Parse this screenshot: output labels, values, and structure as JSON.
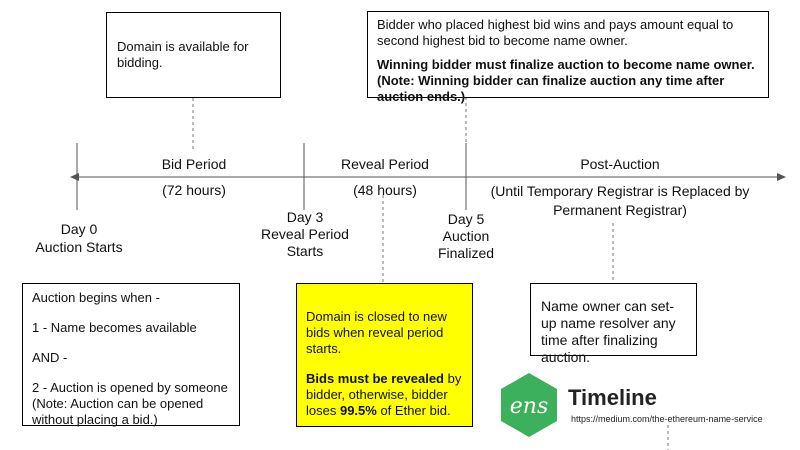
{
  "timeline": {
    "periods": [
      {
        "name": "Bid Period",
        "duration": "(72 hours)"
      },
      {
        "name": "Reveal Period",
        "duration": "(48 hours)"
      },
      {
        "name": "Post-Auction",
        "duration": "(Until Temporary Registrar is Replaced by Permanent Registrar)"
      }
    ],
    "milestones": [
      {
        "day": "Day 0",
        "label": "Auction Starts"
      },
      {
        "day": "Day 3",
        "label_line1": "Reveal Period",
        "label_line2": "Starts"
      },
      {
        "day": "Day 5",
        "label_line1": "Auction",
        "label_line2": "Finalized"
      }
    ]
  },
  "notes": {
    "domain_available": "Domain is available for bidding.",
    "winner": {
      "line1": "Bidder who placed highest bid wins and pays amount equal to second highest bid to become name owner.",
      "bold": "Winning bidder must finalize auction to become name owner. (Note: Winning bidder can finalize auction any time after auction ends.)"
    },
    "auction_begins": {
      "title": "Auction begins when -",
      "item1": "1 - Name becomes available",
      "and": "AND -",
      "item2": "2 - Auction is opened by someone",
      "note": "(Note: Auction can be opened without placing a bid.)"
    },
    "reveal": {
      "line1": "Domain is closed to new bids when reveal period starts.",
      "bold_part": "Bids must be revealed",
      "mid": " by bidder, otherwise, bidder loses ",
      "bold_pct": "99.5%",
      "end": " of Ether bid."
    },
    "resolver": "Name owner can set-up name resolver any time after finalizing auction."
  },
  "brand": {
    "logo_text": "ens",
    "title": "Timeline",
    "url": "https://medium.com/the-ethereum-name-service",
    "logo_color": "#3cb05b"
  }
}
